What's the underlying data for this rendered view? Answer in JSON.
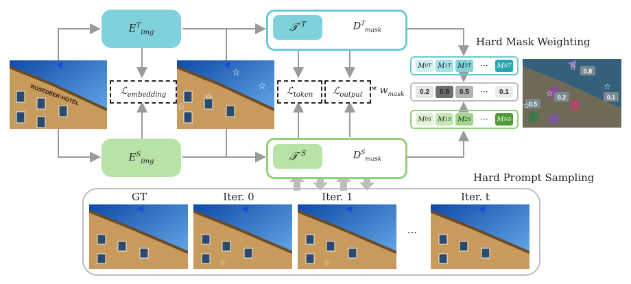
{
  "encoders": {
    "teacher": "E^T_img",
    "student": "E^S_img"
  },
  "teacher_group": {
    "token": "𝒯 T",
    "decoder": "D^T_mask"
  },
  "student_group": {
    "token": "𝒯 S",
    "decoder": "D^S_mask"
  },
  "losses": {
    "embedding": "ℒembedding",
    "token": "ℒtoken",
    "output": "ℒoutput",
    "weight": "* w_mask"
  },
  "section_titles": {
    "hard_mask": "Hard Mask Weighting",
    "hard_prompt": "Hard Prompt Sampling"
  },
  "teacher_masks": [
    "M0T",
    "M1T",
    "M2T",
    "MNT"
  ],
  "student_masks": [
    "M0S",
    "M1S",
    "M2S",
    "MNS"
  ],
  "weights": [
    "0.2",
    "0.8",
    "0.5",
    "0.1"
  ],
  "ellipsis": "···",
  "result_labels": [
    "0.8",
    "0.2",
    "0.5",
    "0.1"
  ],
  "building_sign": "ROSEDEER-HOTEL",
  "iterations": {
    "captions": [
      "GT",
      "Iter. 0",
      "Iter. 1",
      "Iter. t"
    ],
    "ellipsis": "···"
  },
  "colors": {
    "teacher": "#7fd2dc",
    "student": "#b9e3a6",
    "arrow": "#9a9a9a"
  }
}
